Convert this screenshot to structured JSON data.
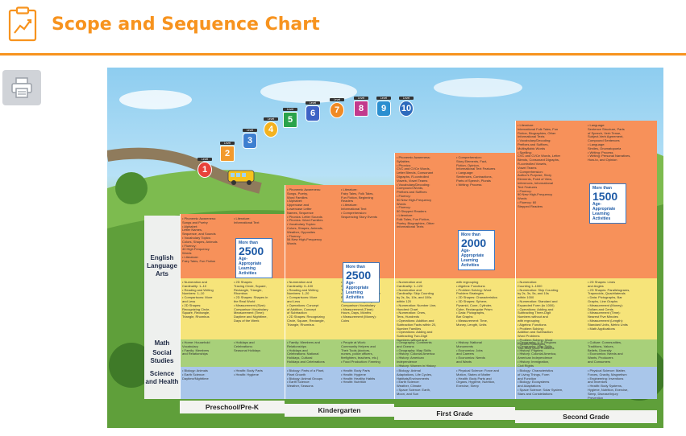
{
  "header": {
    "title": "Scope and Sequence Chart",
    "chart_icon": "chart-clipboard-icon",
    "print_icon": "printer-icon"
  },
  "colors": {
    "accent": "#f7931e",
    "ela": "#f7915a",
    "math": "#f6e47a",
    "social": "#a8d07a",
    "science": "#a9c6ea"
  },
  "rows": {
    "ela": "English\nLanguage\nArts",
    "math": "Math",
    "social": "Social\nStudies",
    "science": "Science\nand Health"
  },
  "levels": [
    "1",
    "2",
    "3",
    "4",
    "5",
    "6",
    "7",
    "8",
    "9",
    "10"
  ],
  "level_word": "Level",
  "grades": {
    "prek": "Preschool/Pre-K",
    "k": "Kindergarten",
    "g1": "First Grade",
    "g2": "Second Grade"
  },
  "more": {
    "prek": {
      "a": "More than",
      "n": "2500",
      "b": "Age-Appropriate\nLearning\nActivities"
    },
    "k": {
      "a": "More than",
      "n": "2500",
      "b": "Age-Appropriate\nLearning\nActivities"
    },
    "g1": {
      "a": "More than",
      "n": "2000",
      "b": "Age-Appropriate\nLearning\nActivities"
    },
    "g2": {
      "a": "More than",
      "n": "1500",
      "b": "Age-Appropriate\nLearning\nActivities"
    }
  },
  "ela": {
    "prek_a": "• Phonemic Awareness:\n  Songs and Poetry\n• Alphabet:\n  Letter Names,\n  Sequence, and Sounds\n• Vocabulary Topics:\n  Colors, Shapes, Animals\n• Fluency:\n  40 High Frequency\n  Words\n• Literature:\n  Fairy Tales, Fun Fiction",
    "prek_b": "• Literature:\n  Informational Text",
    "k_a": "• Phonemic Awareness:\n  Songs, Poetry,\n  Word Families\n• Alphabet:\n  Uppercase and\n  Lowercase Letter\n  Names, Sequence\n• Phonics: Letter Sounds\n• Phonics: Word Families\n• Vocabulary Topics:\n  Colors, Shapes, Animals,\n  Weather, Opposites\n• Fluency:\n  54 New High-Frequency\n  Words",
    "k_b": "• Literature:\n  Fairy Tales, Folk Tales,\n  Fun Fiction, Beginning\n  Readers\n• Literature:\n  Informational Text\n• Comprehension:\n  Sequencing Story Events",
    "g1_a": "• Phonemic Awareness:\n  Syllables\n• Phonics:\n  CVC and CVCe Words,\n  Letter Blends, Consonant\n  Digraphs, R-controlled\n  Vowels, Vowel Teams\n• Vocabulary/Decoding:\n  Compound Words,\n  Prefixes and Suffixes\n• Fluency:\n  90 New High-Frequency\n  Words\n• Fluency:\n  50 Stepped Readers\n• Literature:\n  Folk Tales, Fun Fiction,\n  Poetry, Biographies, Other\n  Informational Texts",
    "g1_b": "• Comprehension:\n  Story Elements, Fact,\n  Fiction, Opinion,\n  Informational Text Features\n• Language:\n  Sentences, Contractions,\n  Parts of Speech, Plurals\n• Writing: Process",
    "g2_a": "• Literature:\n  International Folk Tales, Fun\n  Fiction, Biographies, Other\n  Informational Texts\n• Vocabulary/Decoding:\n  Prefixes and Suffixes,\n  Multisyllabic Words\n• Spelling:\n  CVC and CVCe Words, Letter\n  Blends, Consonant Digraphs,\n  R-controlled Vowels,\n  Vowel Teams\n• Comprehension:\n  Author's Purpose, Story\n  Elements, Point of View,\n  Inferences, Informational\n  Text Features\n• Fluency:\n  90 New High-Frequency\n  Words\n• Fluency: 60\n  Stepped Readers",
    "g2_b": "• Language:\n  Sentence Structure, Parts\n  of Speech, Verb Tense,\n  Subject-Verb Agreement,\n  Compound Sentences\n• Language:\n  Similes, Onomatopoeia\n• Writing: Process\n• Writing: Personal Narratives,\n  How-to, and Opinion"
  },
  "math": {
    "prek_a": "• Numeration and\n  Cardinality: 1–10\n• Reading and Writing\n  Numbers: 1–10\n• Comparisons: More\n  and Less\n• 2D Shapes:\n  Recognizing Circle,\n  Square, Rectangle,\n  Triangle, Rhombus",
    "prek_b": "• 2D Shapes:\n  Tracing Circle, Square,\n  Rectangle, Triangle,\n  Rhombus\n• 2D Shapes: Shapes in\n  the Real World\n• Measurement (Size):\n  Comparison Vocabulary\n  Measurement (Time):\n  Daytime and Nighttime,\n  Days of the Week",
    "k_a": "• Numeration and\n  Cardinality: 0–100\n• Reading and Writing\n  Numbers: 1–20\n• Comparisons: More\n  and Less\n• Operations: Concept\n  of Addition, Concept\n  of Subtraction\n• 2D Shapes: Recognizing\n  Circle, Square, Rectangle,\n  Triangle, Rhombus",
    "k_b": "• 2D Shapes: Tracing\n  Circle, Square, Rectangle,\n  Triangle, Rhombus\n• 2D Shapes: Shapes in the\n  Real World\n• Measurement (Size):\n  Comparison Vocabulary\n• Measurement (Time):\n  Hours, Days, Months\n• Measurement (Money):\n  Coins",
    "g1_a": "• Numeration and\n  Cardinality: 1–120\n• Numeration and\n  Cardinality: Skip Counting\n  by 2s, 5s, 10s, and 100s\n  within 120\n• Numeration: Number Line,\n  Hundred Chart\n• Numeration: Ones,\n  Tens, Hundreds\n• Operations: Addition and\n  Subtraction Facts within 20,\n  Number Families\n• Operations: Adding and\n  Subtracting Two-Digit\n  Numbers without and",
    "g1_b": "  with regrouping\n• Algebra: Functions\n• Problem Solving: Word\n  Problem Strategies\n• 2D Shapes: Characteristics\n• 3D Shapes: Sphere,\n  Pyramid, Cone, Cylinder,\n  Cube, Rectangular Prism\n• Data: Pictographs,\n  Bar Graphs\n• Measurement: Time,\n  Money, Length, Units",
    "g2_a": "• Numeration:\n  Counting 1–1000\n• Numeration: Skip Counting\n  by 2s, 3s, 5s, and 10s\n  within 1000\n• Numeration: Standard and\n  Expanded Form (to 1000)\n• Operations: Adding and\n  Subtracting Three-Digit\n  Numbers without and\n  with regrouping\n• Algebra: Functions\n• Problem Solving:\n  Addition and Subtraction\n  Word Problems\n• Problem Solving: Word\n  Problem Strategies,\n  Two-Step Word Problems",
    "g2_b": "• 2D Shapes: Lines\n  and Angles\n• 2D Shapes: Parallelograms,\n  Trapezoids, Quadrilaterals\n• Data: Pictographs, Bar\n  Graphs, Line Graphs\n• Measurement (Money):\n  Dollars and Cents\n• Measurement (Time):\n  Nearest Five Minutes\n• Measurement (Length):\n  Standard Units, Metric Units\n• Math Applications"
  },
  "social": {
    "prek_a": "• Home: Household\n  Vocabulary\n• Family: Members\n  and Relationships",
    "prek_b": "• Holidays and\n  Celebrations:\n  Seasonal Holidays",
    "k_a": "• Family: Members and\n  Relationships\n• Holidays and\n  Celebrations: National\n  Holidays, Cultural\n  Holidays and Celebrations",
    "k_b": "• People at Work:\n  Community Helpers and\n  Their Tools (doctors,\n  nurses, police officers,\n  firefighters, teachers, etc.)\n• Food Production: Farming",
    "g1_a": "• Geography: Continents\n  and Oceans\n• Geography: Map Skills\n• History: Colonial America\n• History: American\n  Independence\n• History: Women in History",
    "g1_b": "• History: National\n  Monuments\n• Economics: Jobs\n  and Careers\n• Economics: Needs\n  and Wants",
    "g2_a": "• Geography: U.S. Regions\n• Geography: Map Skills\n• History: Pilgrims\n• History: Colonial America,\n  American Independence\n• History: Immigration,\n  Civil Rights",
    "g2_b": "• Culture: Communities,\n  Traditions, Values,\n  Beliefs, Diversity\n• Economics: Needs and\n  Wants, Producers\n  and Consumers"
  },
  "science": {
    "prek_a": "• Biology: Animals\n• Earth Science:\n  Daytime/Nighttime",
    "prek_b": "• Health: Body Parts\n• Health: Hygiene",
    "k_a": "• Biology: Parts of a Plant,\n  Plant Growth\n• Biology: Animal Groups\n• Earth Science:\n  Weather, Seasons",
    "k_b": "• Health: Body Parts\n• Health: Hygiene\n• Health: Healthy Habits\n• Health: Nutrition",
    "g1_a": "• Biology: Animal\n  Adaptations, Life Cycles,\n  Habitats/Environments\n• Earth Science:\n  Weather, Climate\n• Space Science: Earth,\n  Moon, and Sun",
    "g1_b": "• Physical Science: Force and\n  Motion, States of Matter\n• Health: Body Parts and\n  Organs, Hygiene, Nutrition,\n  Exercise, Sleep",
    "g2_a": "• Biology: Characteristics\n  of Living Things, Form\n  and Function\n• Biology: Ecosystems\n  and Adaptations\n• Space Science: Solar System,\n  Stars and Constellations",
    "g2_b": "• Physical Science: Matter,\n  Forces, Gravity, Magnetism\n• Engineering: Inventions\n  and Inventors\n• Health: Body Systems,\n  Hygiene, Nutrition, Exercise,\n  Sleep, Disease/Injury\n  Prevention"
  }
}
